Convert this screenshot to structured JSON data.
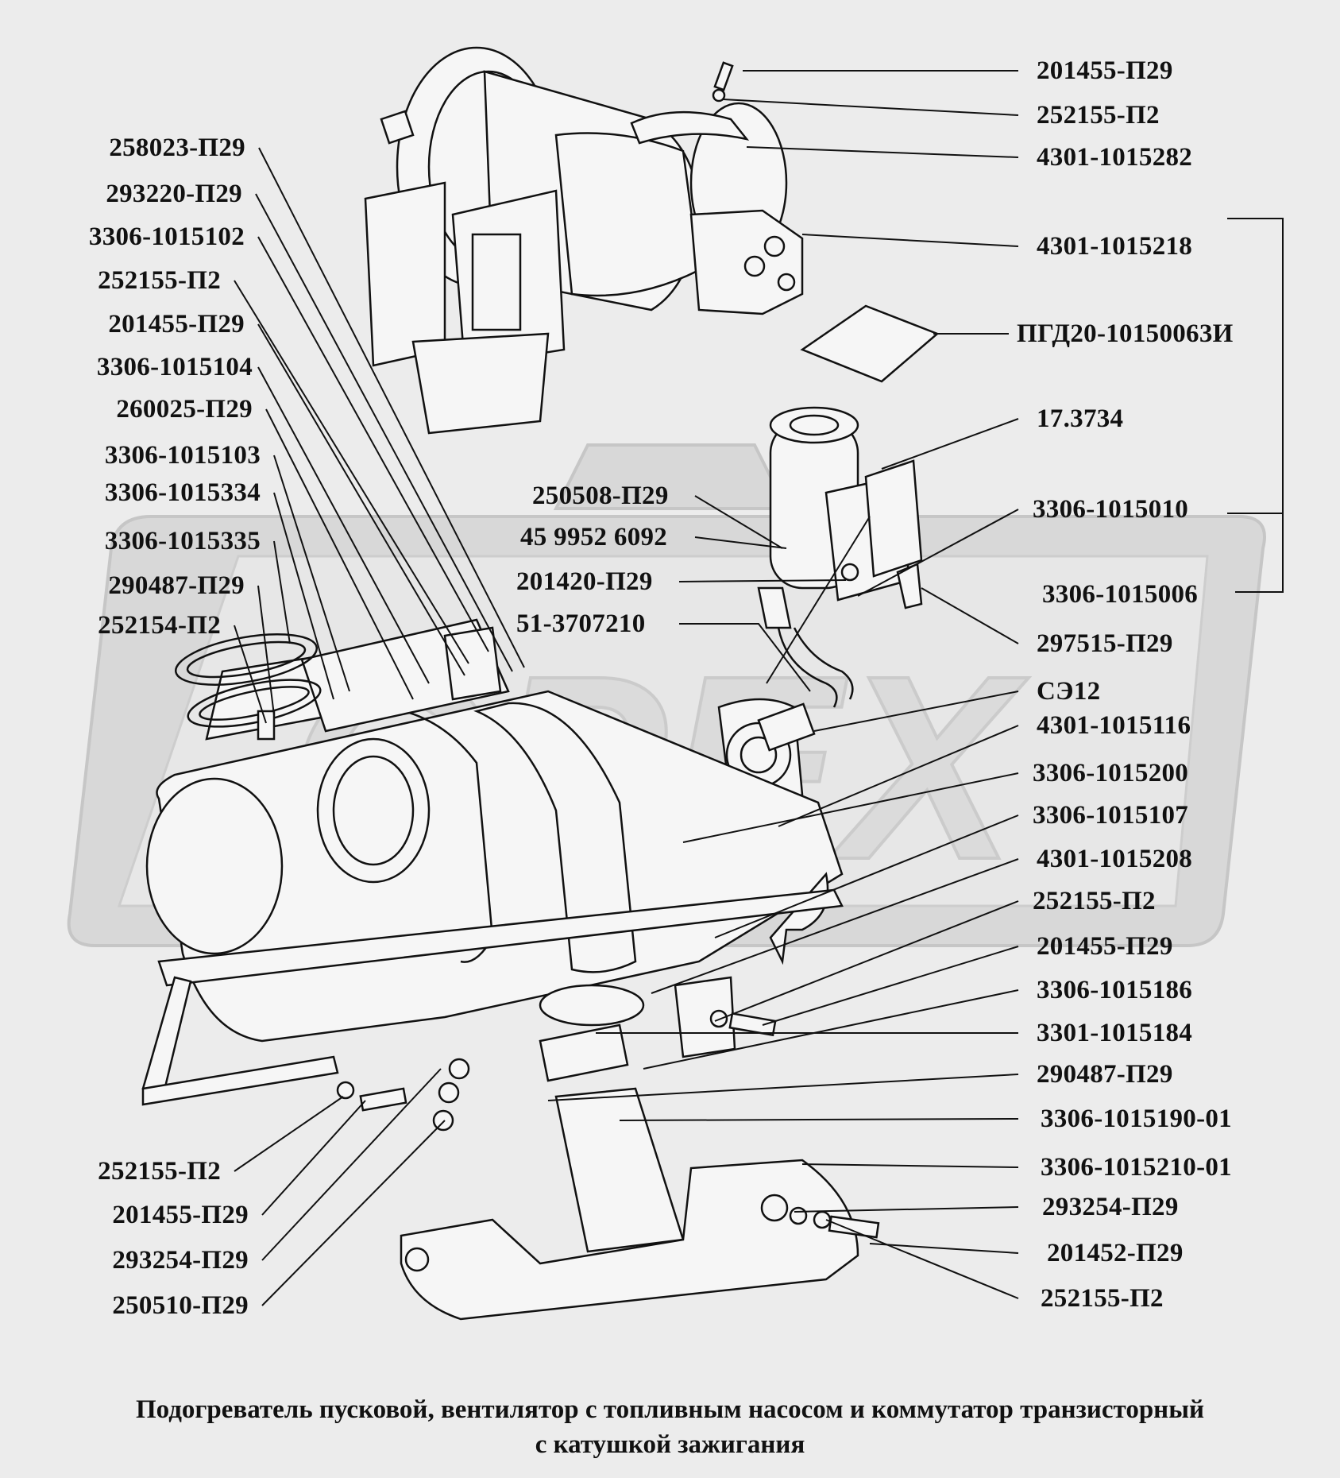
{
  "caption": {
    "line1": "Подогреватель пусковой, вентилятор с топливным насосом и коммутатор транзисторный",
    "line2": "с катушкой зажигания"
  },
  "watermark": {
    "text": "OPEX"
  },
  "labels_left": [
    "258023-П29",
    "293220-П29",
    "3306-1015102",
    "252155-П2",
    "201455-П29",
    "3306-1015104",
    "260025-П29",
    "3306-1015103",
    "3306-1015334",
    "3306-1015335",
    "290487-П29",
    "252154-П2",
    "252155-П2",
    "201455-П29",
    "293254-П29",
    "250510-П29"
  ],
  "labels_center": [
    "250508-П29",
    "45 9952 6092",
    "201420-П29",
    "51-3707210"
  ],
  "labels_right": [
    "201455-П29",
    "252155-П2",
    "4301-1015282",
    "4301-1015218",
    "ПГД20-10150063И",
    "17.3734",
    "3306-1015010",
    "3306-1015006",
    "297515-П29",
    "СЭ12",
    "4301-1015116",
    "3306-1015200",
    "3306-1015107",
    "4301-1015208",
    "252155-П2",
    "201455-П29",
    "3306-1015186",
    "3301-1015184",
    "290487-П29",
    "3306-1015190-01",
    "3306-1015210-01",
    "293254-П29",
    "201452-П29",
    "252155-П2"
  ]
}
